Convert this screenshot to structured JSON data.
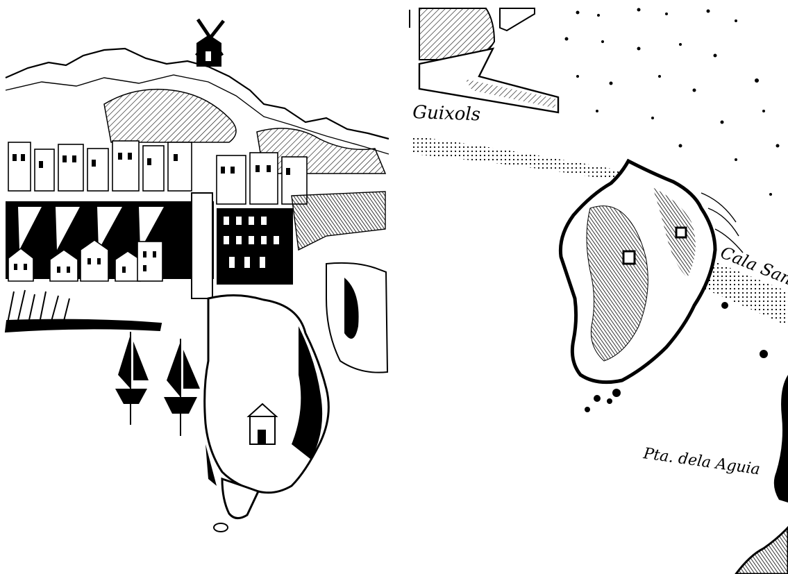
{
  "image": {
    "background": "#ffffff",
    "ink": "#000000",
    "panels": [
      {
        "id": "left",
        "description_name": "coastal-town-engraving"
      },
      {
        "id": "right",
        "description_name": "coastal-chart-map"
      }
    ]
  },
  "map_labels": {
    "guixols": "Guixols",
    "cala_sans": "Cala Sans",
    "pta_dela_aguia": "Pta. dela Aguia"
  }
}
